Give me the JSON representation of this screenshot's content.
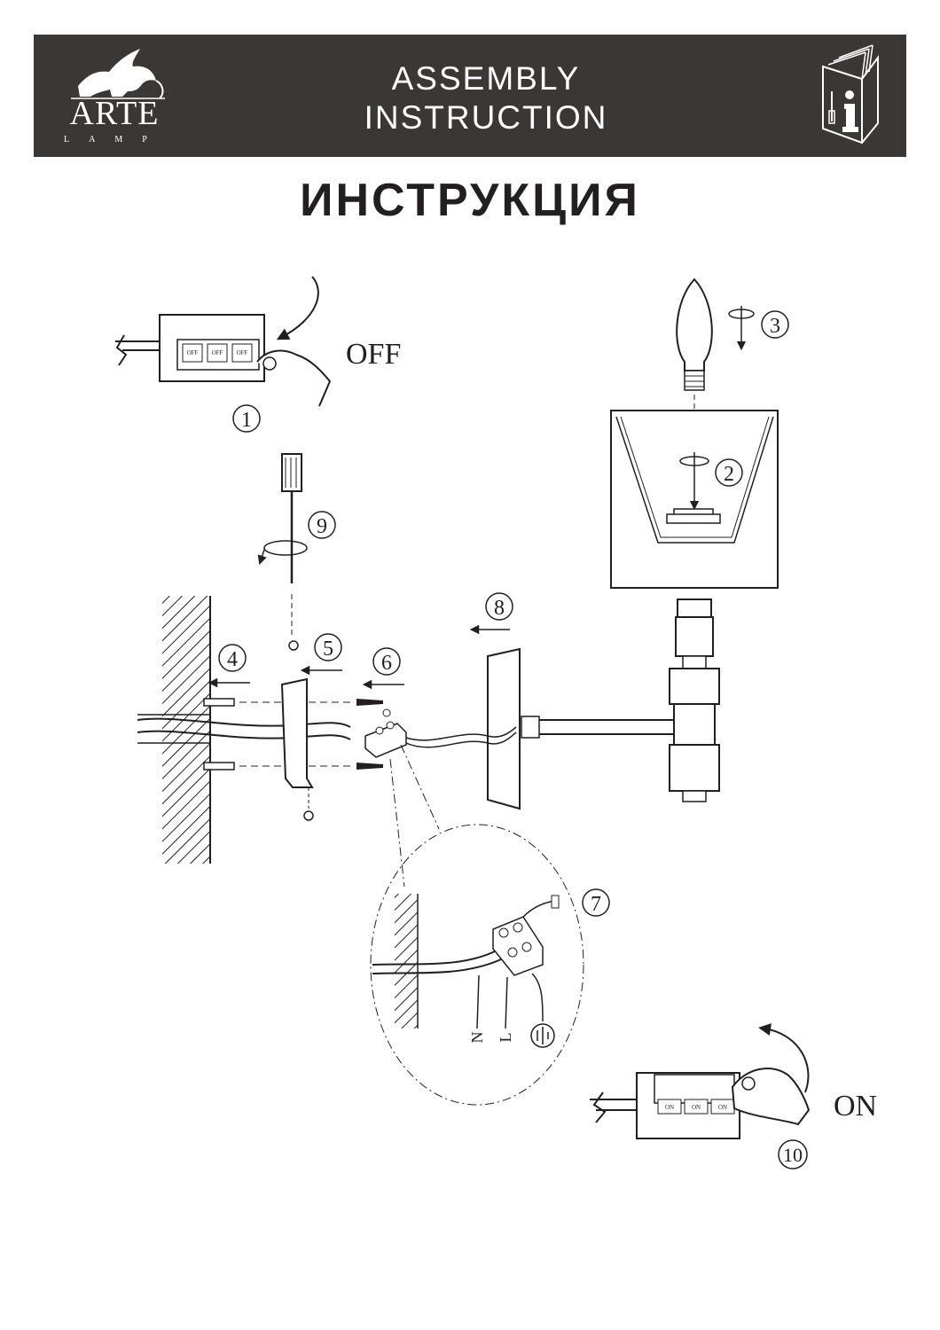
{
  "header": {
    "logo_text": "ARTE",
    "logo_sub": "LAMP",
    "title_line1": "ASSEMBLY",
    "title_line2": "INSTRUCTION",
    "icon": "info-manual-icon"
  },
  "main_title": "ИНСТРУКЦИЯ",
  "steps": {
    "s1": "1",
    "s2": "2",
    "s3": "3",
    "s4": "4",
    "s5": "5",
    "s6": "6",
    "s7": "7",
    "s8": "8",
    "s9": "9",
    "s10": "10"
  },
  "switch_off": {
    "state_label": "OFF",
    "key_label": "OFF"
  },
  "switch_on": {
    "state_label": "ON",
    "key_label": "ON"
  },
  "wiring": {
    "neutral": "N",
    "live": "L"
  },
  "colors": {
    "header_bg": "#3b3735",
    "ink": "#231f20"
  }
}
